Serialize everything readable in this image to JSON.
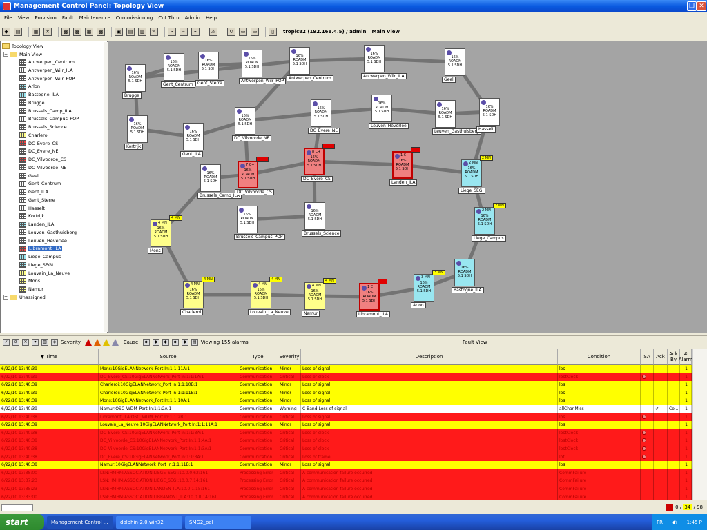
{
  "window": {
    "title": "Management Control Panel: Topology View"
  },
  "menu": [
    "File",
    "View",
    "Provision",
    "Fault",
    "Maintenance",
    "Commissioning",
    "Cut Thru",
    "Admin",
    "Help"
  ],
  "toolbar": {
    "context": "tropic82 (192.168.4.5) / admin",
    "view": "Main View"
  },
  "tree": {
    "root": "Topology View",
    "main": "Main View",
    "unassigned": "Unassigned",
    "items": [
      {
        "label": "Antwerpen_Centrum",
        "color": "#ffffff"
      },
      {
        "label": "Antwerpen_Wilr_ILA",
        "color": "#ffffff"
      },
      {
        "label": "Antwerpen_Wilr_POP",
        "color": "#ffffff"
      },
      {
        "label": "Arlon",
        "color": "#99e6f0"
      },
      {
        "label": "Bastogne_ILA",
        "color": "#99e6f0"
      },
      {
        "label": "Brugge",
        "color": "#ffffff"
      },
      {
        "label": "Brussels_Camp_ILA",
        "color": "#ffffff"
      },
      {
        "label": "Brussels_Campus_POP",
        "color": "#ffffff"
      },
      {
        "label": "Brussels_Science",
        "color": "#ffffff"
      },
      {
        "label": "Charleroi",
        "color": "#ffff8a"
      },
      {
        "label": "DC_Evere_CS",
        "color": "#f04040"
      },
      {
        "label": "DC_Evere_NE",
        "color": "#ffffff"
      },
      {
        "label": "DC_Vilvoorde_CS",
        "color": "#f04040"
      },
      {
        "label": "DC_Vilvoorde_NE",
        "color": "#ffffff"
      },
      {
        "label": "Geel",
        "color": "#ffffff"
      },
      {
        "label": "Gent_Centrum",
        "color": "#ffffff"
      },
      {
        "label": "Gent_ILA",
        "color": "#ffffff"
      },
      {
        "label": "Gent_Sterre",
        "color": "#ffffff"
      },
      {
        "label": "Hasselt",
        "color": "#ffffff"
      },
      {
        "label": "Kortrijk",
        "color": "#ffffff"
      },
      {
        "label": "Landen_ILA",
        "color": "#99e6f0"
      },
      {
        "label": "Leuven_Gasthuisberg",
        "color": "#ffffff"
      },
      {
        "label": "Leuven_Heverlee",
        "color": "#ffffff"
      },
      {
        "label": "Libramont_ILA",
        "color": "#f04040",
        "selected": true
      },
      {
        "label": "Liege_Campus",
        "color": "#99e6f0"
      },
      {
        "label": "Liege_SEGI",
        "color": "#99e6f0"
      },
      {
        "label": "Louvain_La_Neuve",
        "color": "#ffff8a"
      },
      {
        "label": "Mons",
        "color": "#ffff8a"
      },
      {
        "label": "Namur",
        "color": "#ffff8a"
      }
    ]
  },
  "map": {
    "node_lines": [
      "16%",
      "ROADM",
      "5.1 SDH"
    ],
    "nodes": [
      {
        "id": "Brugge",
        "label": "Brugge",
        "sev": "",
        "style": "",
        "flag": ""
      },
      {
        "id": "Gent_Centrum",
        "label": "Gent_Centrum",
        "sev": "",
        "style": "",
        "flag": ""
      },
      {
        "id": "Gent_Sterre",
        "label": "Gent_Sterre",
        "sev": "",
        "style": "",
        "flag": ""
      },
      {
        "id": "Antwerpen_Wilr_POP",
        "label": "Antwerpen_Wilr_POP",
        "sev": "",
        "style": "",
        "flag": ""
      },
      {
        "id": "Antwerpen_Centrum",
        "label": "Antwerpen_Centrum",
        "sev": "",
        "style": "",
        "flag": ""
      },
      {
        "id": "Antwerpen_Wilr_ILA",
        "label": "Antwerpen_Wilr_ILA",
        "sev": "",
        "style": "",
        "flag": ""
      },
      {
        "id": "Geel",
        "label": "Geel",
        "sev": "",
        "style": "",
        "flag": ""
      },
      {
        "id": "Kortrijk",
        "label": "Kortrijk",
        "sev": "",
        "style": "",
        "flag": ""
      },
      {
        "id": "Gent_ILA",
        "label": "Gent_ILA",
        "sev": "",
        "style": "",
        "flag": ""
      },
      {
        "id": "DC_Vilvoorde_NE",
        "label": "DC_Vilvoorde_NE",
        "sev": "",
        "style": "",
        "flag": ""
      },
      {
        "id": "DC_Evere_NE",
        "label": "DC_Evere_NE",
        "sev": "",
        "style": "",
        "flag": ""
      },
      {
        "id": "Leuven_Heverlee",
        "label": "Leuven_Heverlee",
        "sev": "",
        "style": "",
        "flag": ""
      },
      {
        "id": "Leuven_Gasthuisberg",
        "label": "Leuven_Gasthuisberg",
        "sev": "",
        "style": "",
        "flag": ""
      },
      {
        "id": "Hasselt",
        "label": "Hasselt",
        "sev": "",
        "style": "",
        "flag": ""
      },
      {
        "id": "Brussels_Camp_ILA",
        "label": "Brussels_Camp_ILA",
        "sev": "",
        "style": "",
        "flag": ""
      },
      {
        "id": "DC_Vilvoorde_CS",
        "label": "DC_Vilvoorde_CS",
        "sev": "7 C+",
        "style": "crit",
        "flag": "red"
      },
      {
        "id": "DC_Evere_CS",
        "label": "DC_Evere_CS",
        "sev": "8 C+",
        "style": "crit",
        "flag": "red"
      },
      {
        "id": "Landen_ILA",
        "label": "Landen_ILA",
        "sev": "1 C",
        "style": "crit",
        "flag": "red"
      },
      {
        "id": "Liege_SEGI",
        "label": "Liege_SEGI",
        "sev": "2 MN",
        "style": "cyan",
        "flag": "yellow"
      },
      {
        "id": "Liege_Campus",
        "label": "Liege_Campus",
        "sev": "2 MN",
        "style": "cyan",
        "flag": "yellow"
      },
      {
        "id": "Brussels_Campus_POP",
        "label": "Brussels_Campus_POP",
        "sev": "",
        "style": "",
        "flag": ""
      },
      {
        "id": "Brussels_Science",
        "label": "Brussels_Science",
        "sev": "",
        "style": "",
        "flag": ""
      },
      {
        "id": "Mons",
        "label": "Mons",
        "sev": "4 MN",
        "style": "minor",
        "flag": "yellow"
      },
      {
        "id": "Charleroi",
        "label": "Charleroi",
        "sev": "4 MN",
        "style": "minor",
        "flag": "yellow"
      },
      {
        "id": "Louvain_La_Neuve",
        "label": "Louvain_La_Neuve",
        "sev": "4 MN",
        "style": "minor",
        "flag": "yellow"
      },
      {
        "id": "Namur",
        "label": "Namur",
        "sev": "4 MN",
        "style": "minor",
        "flag": "yellow"
      },
      {
        "id": "Libramont_ILA",
        "label": "Libramont_ILA",
        "sev": "1 C",
        "style": "crit",
        "flag": "red"
      },
      {
        "id": "Arlon",
        "label": "Arlon",
        "sev": "3 MN",
        "style": "cyan",
        "flag": "yellow"
      },
      {
        "id": "Bastogne_ILA",
        "label": "Bastogne_ILA",
        "sev": "",
        "style": "cyan",
        "flag": ""
      }
    ],
    "flag_texts": {
      "yellow_mn2": "2 MN",
      "yellow_mn4": "4 MN",
      "yellow_mn3": "3 MN"
    }
  },
  "fault": {
    "severity_label": "Severity:",
    "cause_label": "Cause:",
    "viewing": "Viewing 155 alarms",
    "title": "Fault View",
    "columns": [
      "Time",
      "Source",
      "Type",
      "Severity",
      "Description",
      "Condition",
      "SA",
      "Ack",
      "Ack By",
      "# Alarm"
    ],
    "rows": [
      {
        "time": "6/22/10 13:40:39",
        "source": "Mons:10GigELANNetwork_Port In:1:1:11A:1",
        "type": "Communication",
        "sev": "Minor",
        "desc": "Loss of signal",
        "cond": "los",
        "sa": false,
        "ack": "",
        "ackby": "",
        "n": "1"
      },
      {
        "time": "6/22/10 13:40:39",
        "source": "DC_Evere_CS:10GigELANNetwork_Port In:1:1:1A:1",
        "type": "Communication",
        "sev": "Critical",
        "desc": "Loss of clock",
        "cond": "lostClock",
        "sa": true,
        "ack": "",
        "ackby": "",
        "n": "1"
      },
      {
        "time": "6/22/10 13:40:39",
        "source": "Charleroi:10GigELANNetwork_Port In:1:1:10B:1",
        "type": "Communication",
        "sev": "Minor",
        "desc": "Loss of signal",
        "cond": "los",
        "sa": false,
        "ack": "",
        "ackby": "",
        "n": "1"
      },
      {
        "time": "6/22/10 13:40:39",
        "source": "Charleroi:10GigELANNetwork_Port In:1:1:11B:1",
        "type": "Communication",
        "sev": "Minor",
        "desc": "Loss of signal",
        "cond": "los",
        "sa": false,
        "ack": "",
        "ackby": "",
        "n": "1"
      },
      {
        "time": "6/22/10 13:40:39",
        "source": "Mons:10GigELANNetwork_Port In:1:1:10A:1",
        "type": "Communication",
        "sev": "Minor",
        "desc": "Loss of signal",
        "cond": "los",
        "sa": false,
        "ack": "",
        "ackby": "",
        "n": "1"
      },
      {
        "time": "6/22/10 13:40:39",
        "source": "Namur:OSC_WDM_Port In:1:1:2A:1",
        "type": "Communication",
        "sev": "Warning",
        "desc": "C-Band Loss of signal",
        "cond": "allChanMiss",
        "sa": false,
        "ack": "✔",
        "ackby": "Co...",
        "n": "1"
      },
      {
        "time": "6/22/10 13:40:38",
        "source": "Libramont_ILA:OSC_WDM_Port In:1:1:2B:1",
        "type": "Communication",
        "sev": "Critical",
        "desc": "Loss of signal",
        "cond": "los",
        "sa": true,
        "ack": "",
        "ackby": "",
        "n": "1"
      },
      {
        "time": "6/22/10 13:40:39",
        "source": "Louvain_La_Neuve:10GigELANNetwork_Port In:1:1:11A:1",
        "type": "Communication",
        "sev": "Minor",
        "desc": "Loss of signal",
        "cond": "los",
        "sa": false,
        "ack": "",
        "ackby": "",
        "n": "1"
      },
      {
        "time": "6/22/10 13:40:38",
        "source": "DC_Evere_CS:10GigELANNetwork_Port In:1:1:3A:1",
        "type": "Communication",
        "sev": "Critical",
        "desc": "Loss of clock",
        "cond": "lostClock",
        "sa": true,
        "ack": "",
        "ackby": "",
        "n": "1"
      },
      {
        "time": "6/22/10 13:40:38",
        "source": "DC_Vilvoorde_CS:10GigELANNetwork_Port In:1:1:4A:1",
        "type": "Communication",
        "sev": "Critical",
        "desc": "Loss of clock",
        "cond": "lostClock",
        "sa": true,
        "ack": "",
        "ackby": "",
        "n": "1"
      },
      {
        "time": "6/22/10 13:40:38",
        "source": "DC_Vilvoorde_CS:10GigELANNetwork_Port In:1:1:3A:1",
        "type": "Communication",
        "sev": "Critical",
        "desc": "Loss of clock",
        "cond": "lostClock",
        "sa": true,
        "ack": "",
        "ackby": "",
        "n": "1"
      },
      {
        "time": "6/22/10 13:40:38",
        "source": "DC_Evere_CS:10GigELANNetwork_Port In:1:1:3A:1",
        "type": "Communication",
        "sev": "Critical",
        "desc": "Loss of frame",
        "cond": "lof",
        "sa": true,
        "ack": "",
        "ackby": "",
        "n": "1"
      },
      {
        "time": "6/22/10 13:40:38",
        "source": "Namur:10GigELANNetwork_Port In:1:1:11B:1",
        "type": "Communication",
        "sev": "Minor",
        "desc": "Loss of signal",
        "cond": "los",
        "sa": false,
        "ack": "",
        "ackby": "",
        "n": "1"
      },
      {
        "time": "6/22/10 13:38:00",
        "source": "LSN:HMHM:ASSOCIATION:LIEGE_SEGI:10.0.0.62:161",
        "type": "Processing Error",
        "sev": "Critical",
        "desc": "A communication failure occurred",
        "cond": "CommFailure",
        "sa": false,
        "ack": "",
        "ackby": "",
        "n": "1"
      },
      {
        "time": "6/22/10 13:37:23",
        "source": "LSN:HMHM:ASSOCIATION:LIEGE_SEGI:10.0.7.14:161",
        "type": "Processing Error",
        "sev": "Critical",
        "desc": "A communication failure occurred",
        "cond": "CommFailure",
        "sa": false,
        "ack": "",
        "ackby": "",
        "n": "1"
      },
      {
        "time": "6/22/10 13:35:23",
        "source": "LSN:HMHM:ASSOCIATION:LANDEN_ILA:10.0.1.15:161",
        "type": "Processing Error",
        "sev": "Critical",
        "desc": "A communication failure occurred",
        "cond": "CommFailure",
        "sa": false,
        "ack": "",
        "ackby": "",
        "n": "1"
      },
      {
        "time": "6/22/10 13:33:00",
        "source": "LSN:HMHM:ASSOCIATION:LIBRAMONT_ILA:10.0.0.14:161",
        "type": "Processing Error",
        "sev": "Critical",
        "desc": "A communication failure occurred",
        "cond": "CommFailure",
        "sa": false,
        "ack": "",
        "ackby": "",
        "n": "1"
      }
    ]
  },
  "counts": {
    "zero": "0",
    "mid": "34",
    "total": "98"
  },
  "taskbar": {
    "start": "start",
    "tasks": [
      "Management Control ...",
      "dolphin-2.0.win32",
      "SMG2_pal"
    ],
    "lang": "FR",
    "time": "1:45 P"
  }
}
